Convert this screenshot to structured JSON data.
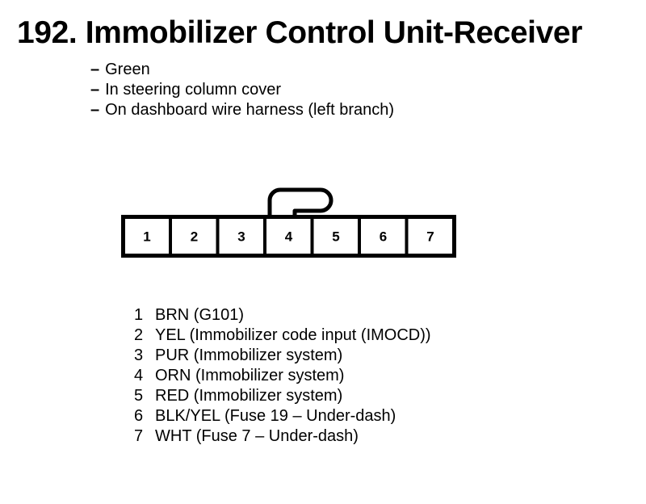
{
  "page": {
    "title": "192. Immobilizer Control Unit-Receiver",
    "bullet_marker": "–",
    "description_lines": [
      "Green",
      "In steering column cover",
      "On dashboard wire harness (left branch)"
    ]
  },
  "connector": {
    "cavity_count": 7,
    "cavity_labels": [
      "1",
      "2",
      "3",
      "4",
      "5",
      "6",
      "7"
    ],
    "locking_tab_over_cavity": "4",
    "outline_color": "#000000",
    "fill_color": "#ffffff"
  },
  "pin_legend": [
    {
      "number": "1",
      "description": "BRN (G101)"
    },
    {
      "number": "2",
      "description": "YEL (Immobilizer code input (IMOCD))"
    },
    {
      "number": "3",
      "description": "PUR (Immobilizer system)"
    },
    {
      "number": "4",
      "description": "ORN (Immobilizer system)"
    },
    {
      "number": "5",
      "description": "RED (Immobilizer system)"
    },
    {
      "number": "6",
      "description": "BLK/YEL (Fuse 19 – Under-dash)"
    },
    {
      "number": "7",
      "description": "WHT (Fuse 7 – Under-dash)"
    }
  ]
}
